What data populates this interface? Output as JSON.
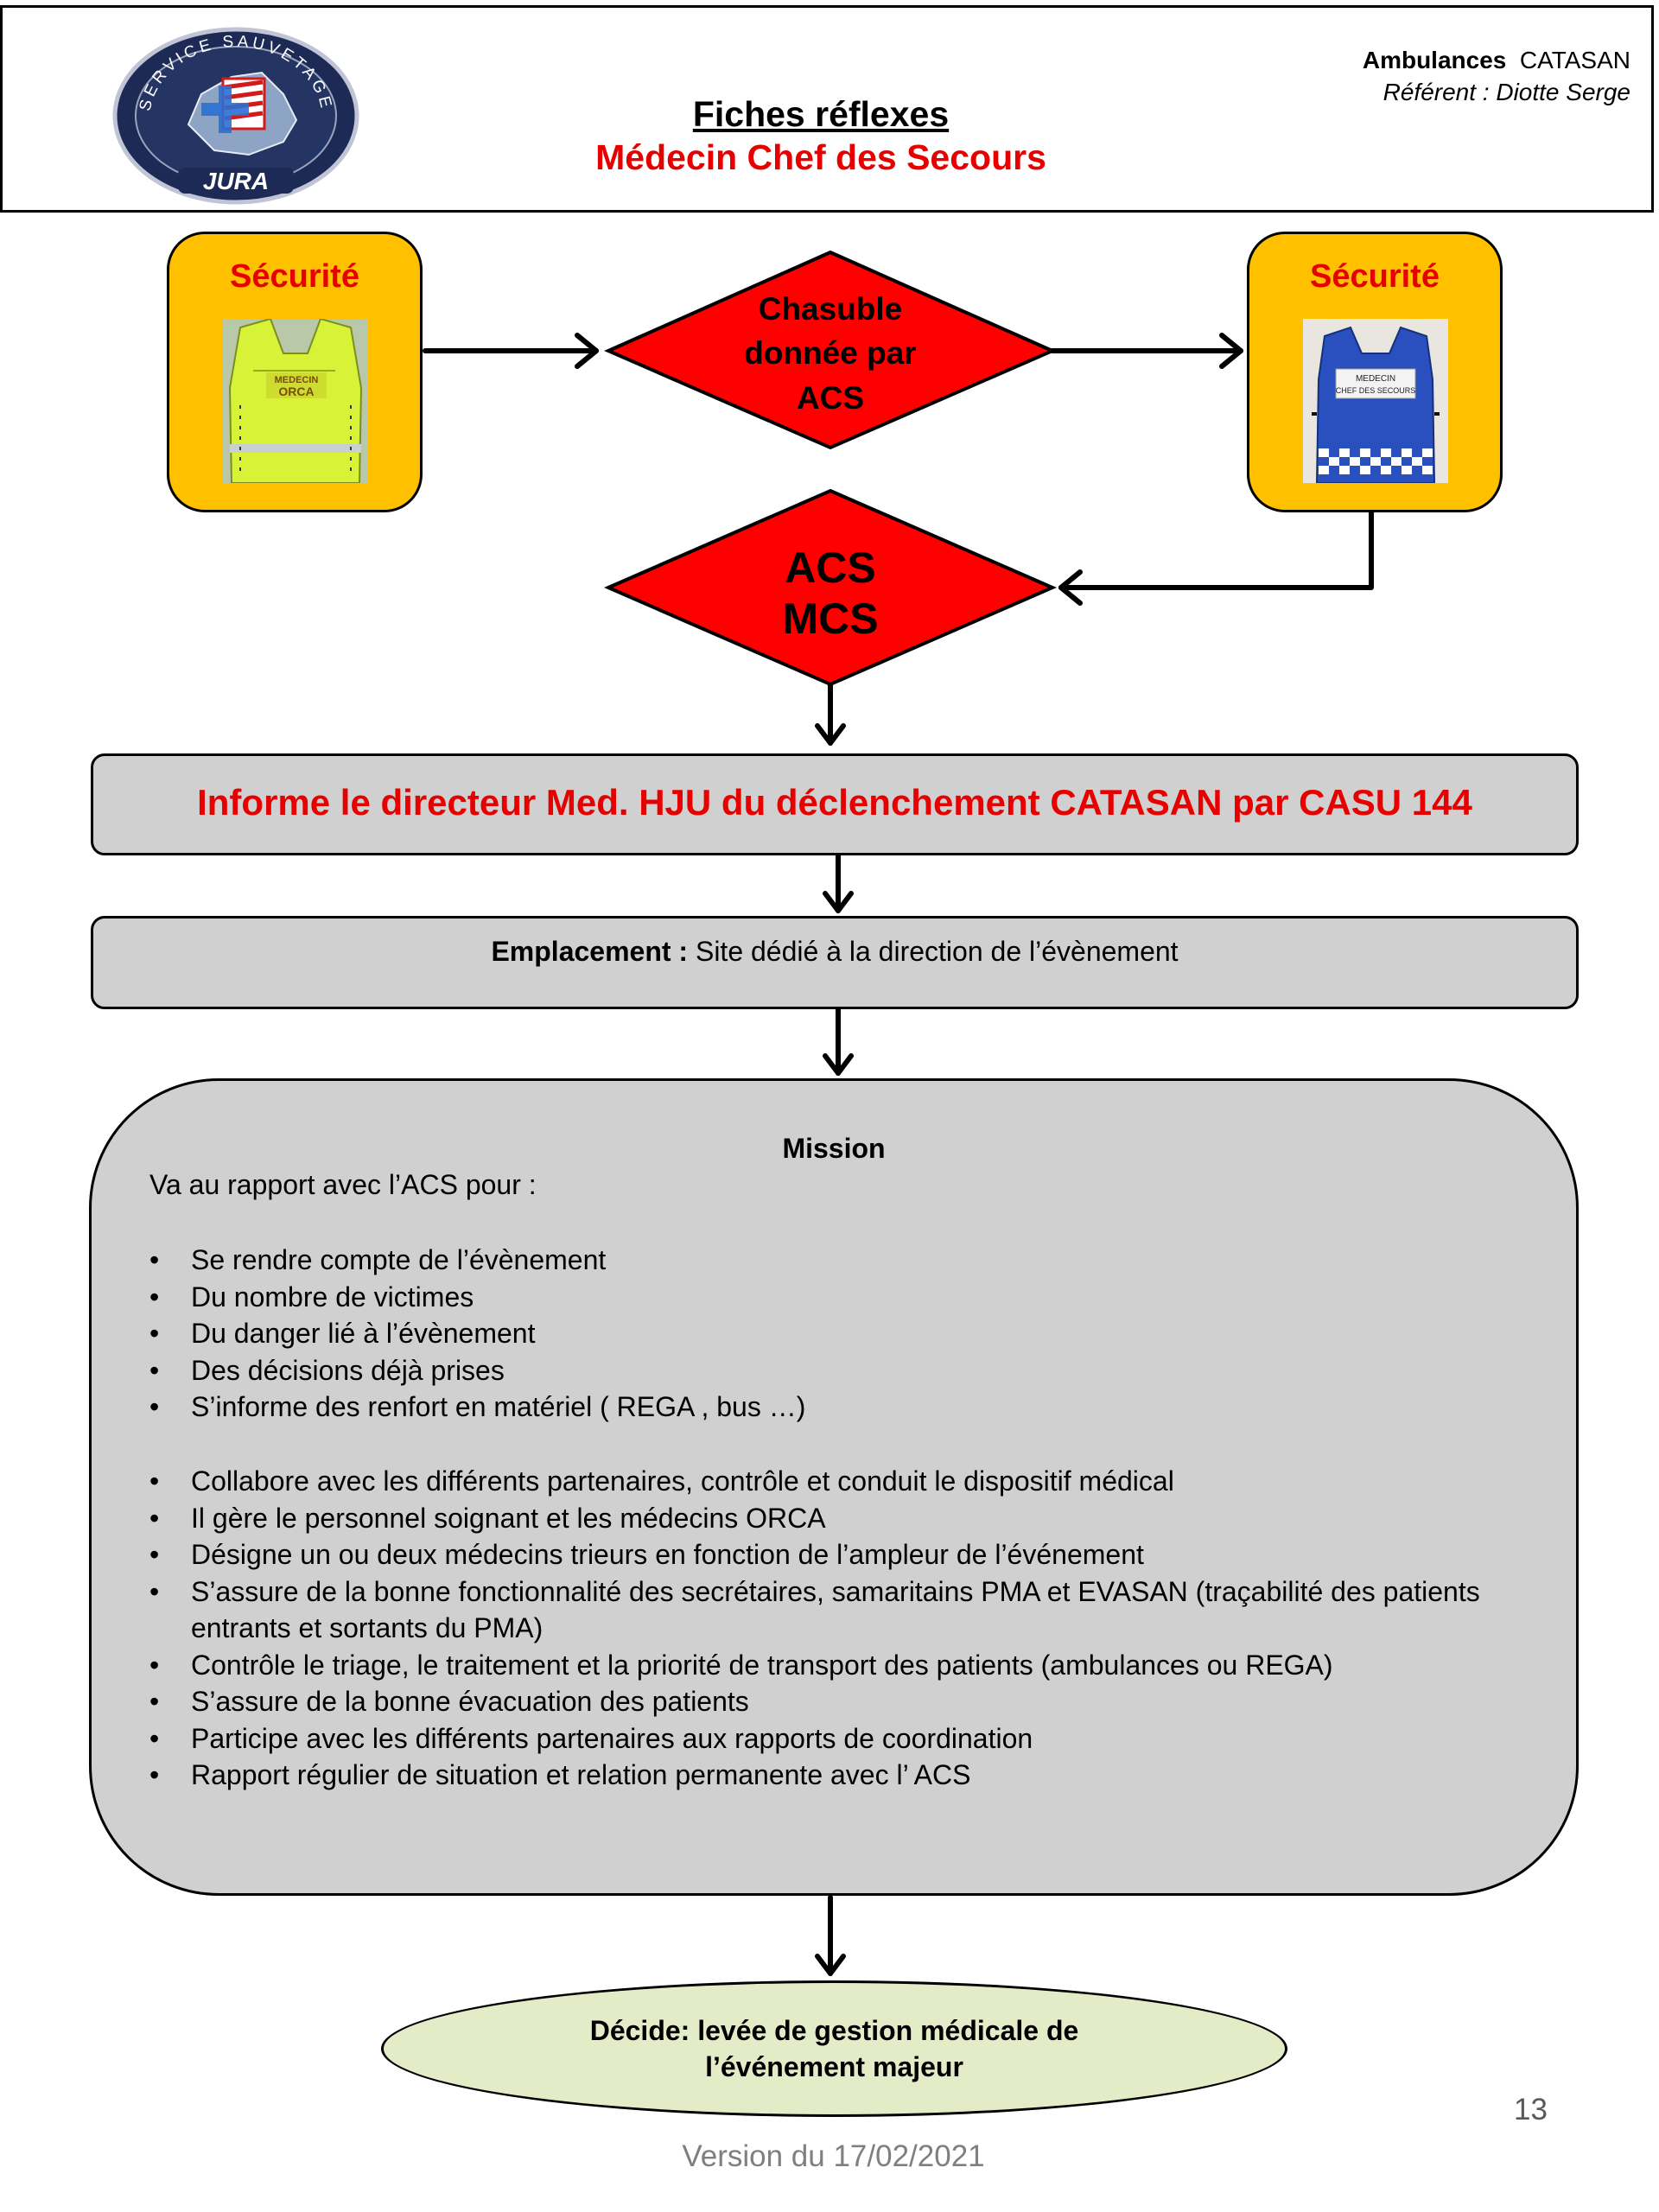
{
  "header": {
    "title": "Fiches réflexes",
    "subtitle": "Médecin Chef des Secours",
    "org_bold": "Ambulances",
    "org_rest": "CATASAN",
    "referent": "Référent : Diotte Serge"
  },
  "logo": {
    "top_text": "SERVICE SAUVETAGE",
    "bottom_text": "JURA"
  },
  "security_left": {
    "label": "Sécurité",
    "vest_text_1": "MEDECIN",
    "vest_text_2": "ORCA"
  },
  "security_right": {
    "label": "Sécurité",
    "vest_text_1": "MEDECIN",
    "vest_text_2": "CHEF DES SECOURS"
  },
  "diamond_vest": {
    "line1": "Chasuble",
    "line2": "donnée par",
    "line3": "ACS"
  },
  "diamond_roles": {
    "line1": "ACS",
    "line2": "MCS"
  },
  "inform_step": "Informe le directeur Med. HJU du déclenchement CATASAN  par CASU 144",
  "location_step": {
    "label": "Emplacement :",
    "text": " Site dédié à la direction de l’évènement"
  },
  "mission": {
    "title": "Mission",
    "intro": "Va au rapport avec l’ACS pour :",
    "items_1": [
      "Se rendre compte de l’évènement",
      "Du nombre de victimes",
      "Du danger lié à l’évènement",
      "Des décisions déjà prises",
      "S’informe des renfort en matériel ( REGA , bus …)"
    ],
    "items_2": [
      "Collabore avec les différents partenaires, contrôle et conduit le dispositif médical",
      "Il gère le personnel soignant et les médecins ORCA",
      "Désigne un ou deux médecins trieurs en fonction de l’ampleur de l’événement",
      "S’assure de la bonne fonctionnalité des secrétaires, samaritains PMA et EVASAN (traçabilité des patients entrants et sortants du PMA)",
      "Contrôle le triage, le traitement et la priorité de transport des patients (ambulances ou REGA)",
      "S’assure de la bonne évacuation des patients",
      "Participe avec les différents partenaires aux rapports de coordination",
      "Rapport régulier de situation et relation permanente avec l’ ACS"
    ]
  },
  "decision": {
    "line1": "Décide:  levée de gestion médicale de",
    "line2": "l’événement majeur"
  },
  "footer": {
    "page_number": "13",
    "version": "Version du 17/02/2021"
  },
  "colors": {
    "security_box": "#ffc000",
    "diamond": "#ff0000",
    "alert_text": "#e60000",
    "step_box": "#d0d0d0",
    "decision_ellipse": "#e3ecc6"
  }
}
